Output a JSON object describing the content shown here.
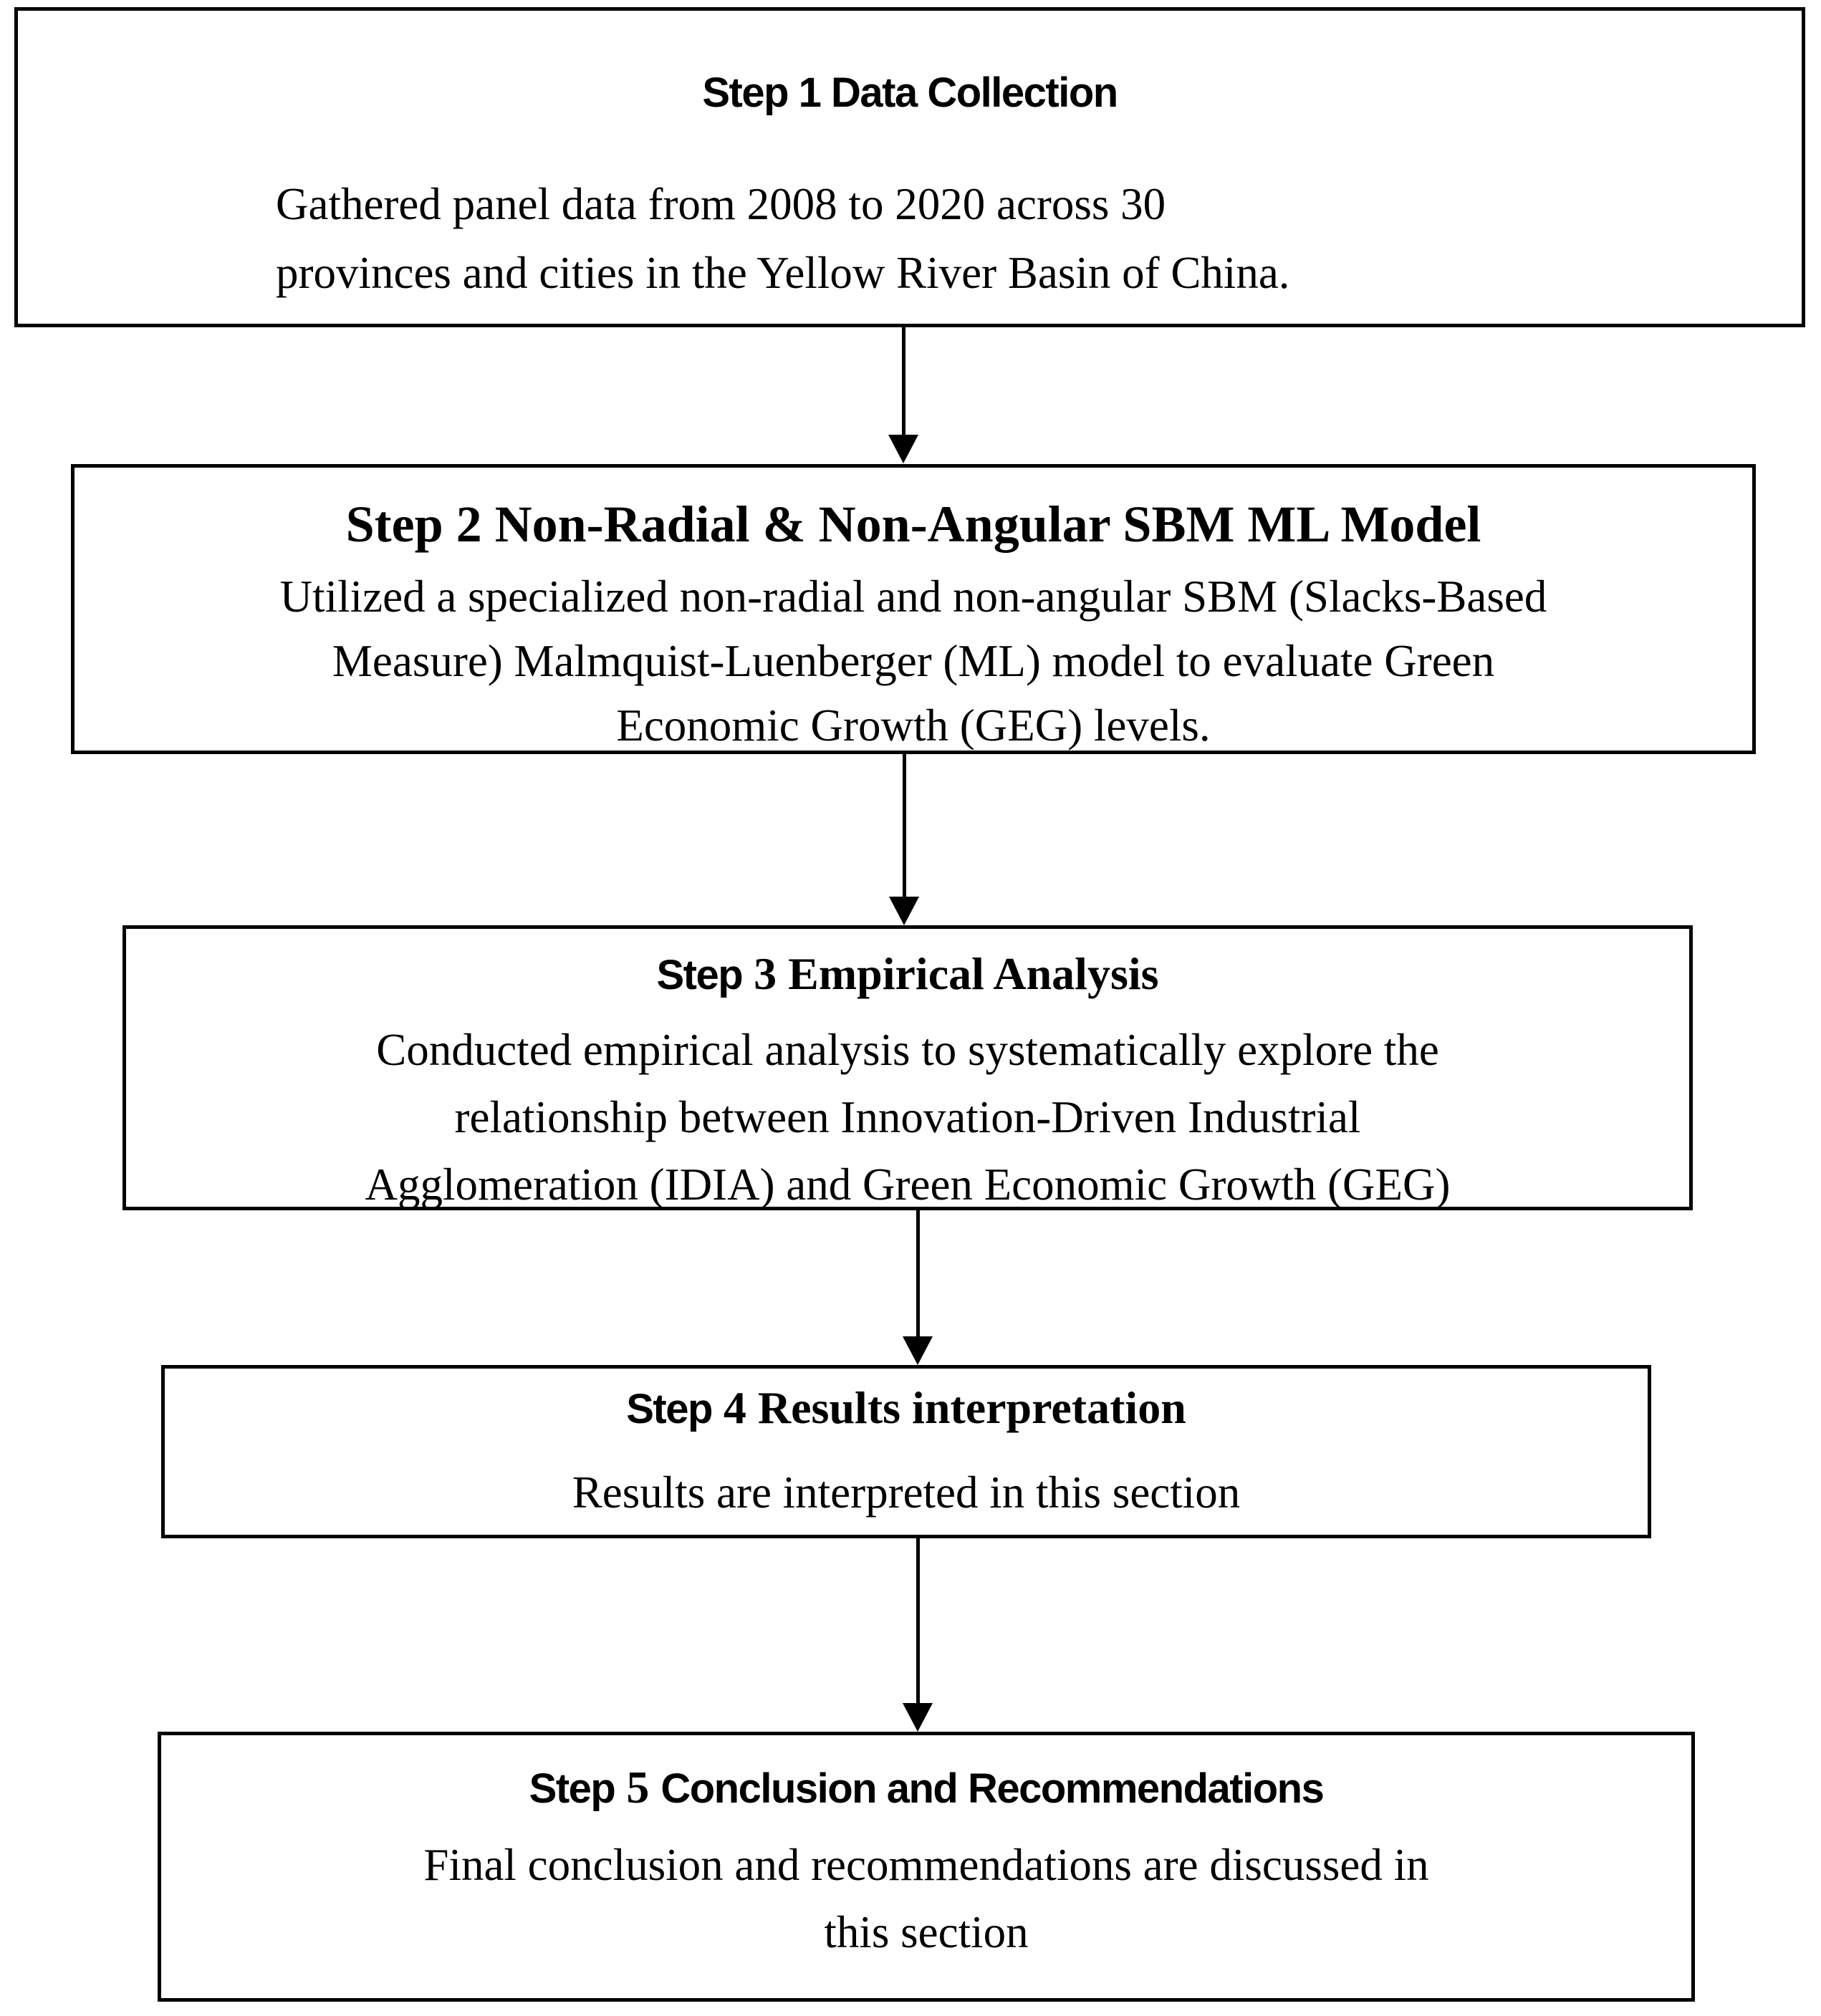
{
  "figure": {
    "type": "flowchart",
    "background_color": "#ffffff",
    "ink_color": "#000000",
    "orientation": "top-down"
  },
  "steps": [
    {
      "id": "step-1",
      "title": {
        "p1": "Step 1 Data Collection",
        "p2": "",
        "p3": ""
      },
      "body": "Gathered panel data from 2008 to 2020 across 30\nprovinces and cities in the Yellow River Basin of China."
    },
    {
      "id": "step-2",
      "title": {
        "p1": "",
        "p2": "Step 2 Non-Radial & Non-Angular SBM ML Model",
        "p3": ""
      },
      "body": "Utilized a specialized non-radial and non-angular SBM (Slacks-Based\nMeasure) Malmquist-Luenberger (ML) model to evaluate Green\nEconomic Growth (GEG) levels."
    },
    {
      "id": "step-3",
      "title": {
        "p1": "Step",
        "p2": " 3 Empirical Analysis",
        "p3": ""
      },
      "body": "Conducted empirical analysis to systematically explore the\nrelationship between Innovation-Driven Industrial\nAgglomeration (IDIA) and Green Economic Growth (GEG)"
    },
    {
      "id": "step-4",
      "title": {
        "p1": "Step",
        "p2": " 4 Results interpretation",
        "p3": ""
      },
      "body": "Results are interpreted in this section"
    },
    {
      "id": "step-5",
      "title": {
        "p1": "Step",
        "p2": " 5 ",
        "p3": "Conclusion and Recommendations"
      },
      "body": "Final conclusion and recommendations are discussed in\nthis section"
    }
  ],
  "edges": [
    {
      "from": "step-1",
      "to": "step-2",
      "direction": "down"
    },
    {
      "from": "step-2",
      "to": "step-3",
      "direction": "down"
    },
    {
      "from": "step-3",
      "to": "step-4",
      "direction": "down"
    },
    {
      "from": "step-4",
      "to": "step-5",
      "direction": "down"
    }
  ]
}
